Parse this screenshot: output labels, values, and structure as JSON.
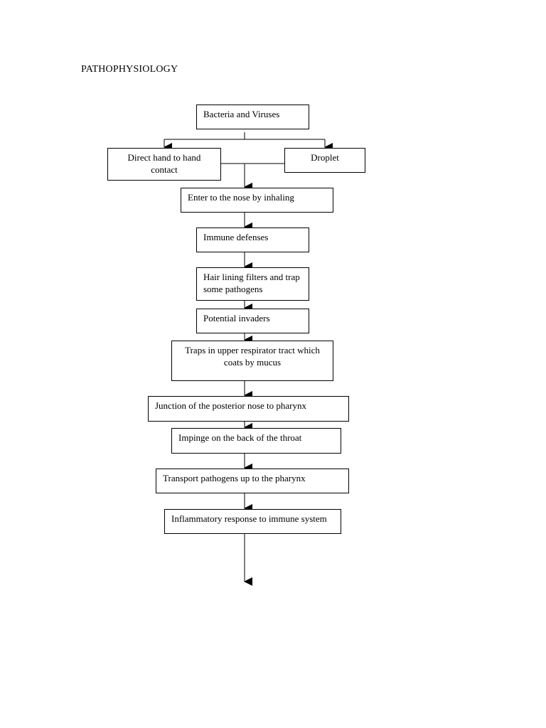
{
  "page": {
    "title": "PATHOPHYSIOLOGY"
  },
  "flowchart": {
    "nodes": {
      "bacteria": "Bacteria and Viruses",
      "direct_contact": "Direct hand to hand contact",
      "droplet": "Droplet",
      "enter_nose": "Enter to the nose by inhaling",
      "immune_defenses": "Immune defenses",
      "hair_lining": "Hair lining filters and trap some pathogens",
      "potential_invaders": "Potential invaders",
      "traps_upper": "Traps in upper respirator tract which coats by mucus",
      "junction": "Junction of the posterior nose to pharynx",
      "impinge": "Impinge on the back of the throat",
      "transport": "Transport pathogens up to the pharynx",
      "inflammatory": "Inflammatory response to immune system"
    },
    "edges": [
      [
        "bacteria",
        "direct_contact"
      ],
      [
        "bacteria",
        "droplet"
      ],
      [
        "direct_contact",
        "enter_nose"
      ],
      [
        "droplet",
        "enter_nose"
      ],
      [
        "enter_nose",
        "immune_defenses"
      ],
      [
        "immune_defenses",
        "hair_lining"
      ],
      [
        "hair_lining",
        "potential_invaders"
      ],
      [
        "potential_invaders",
        "traps_upper"
      ],
      [
        "traps_upper",
        "junction"
      ],
      [
        "junction",
        "impinge"
      ],
      [
        "impinge",
        "transport"
      ],
      [
        "transport",
        "inflammatory"
      ],
      [
        "inflammatory",
        null
      ]
    ],
    "colors": {
      "line": "#000000",
      "box_border": "#000000",
      "background": "#ffffff"
    }
  }
}
